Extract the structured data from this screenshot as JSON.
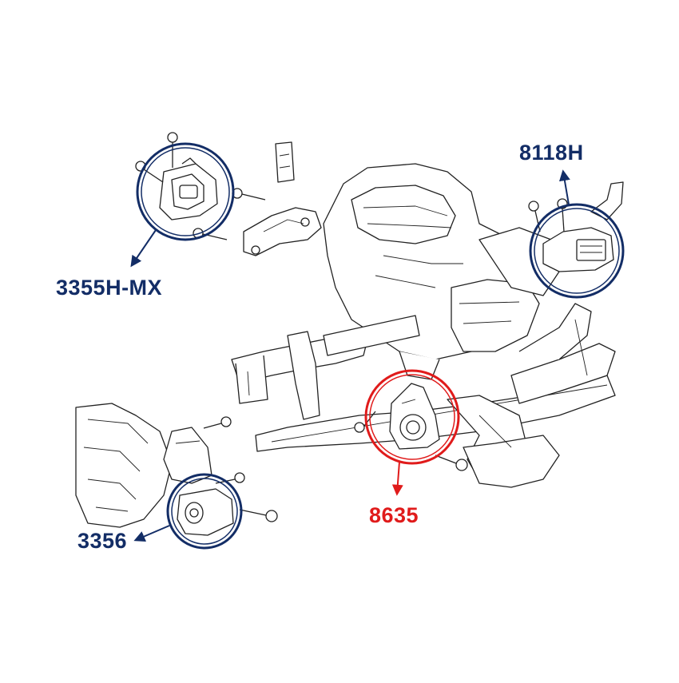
{
  "colors": {
    "background": "#ffffff",
    "lineart": "#222222",
    "callout_blue": "#132d66",
    "callout_red": "#e01b1b"
  },
  "callouts": [
    {
      "id": "c1",
      "label": "3355H-MX",
      "color": "#132d66"
    },
    {
      "id": "c2",
      "label": "8118H",
      "color": "#132d66"
    },
    {
      "id": "c3",
      "label": "3356",
      "color": "#132d66"
    },
    {
      "id": "c4",
      "label": "8635",
      "color": "#e01b1b"
    }
  ]
}
